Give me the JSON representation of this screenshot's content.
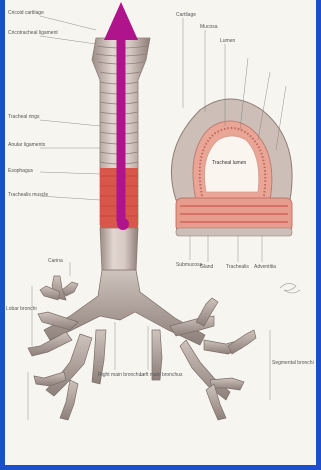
{
  "diagram": {
    "subject": "Trachea and bronchial tree with cross section of trachea",
    "colors": {
      "frame": "#1f4fc8",
      "paper": "#f7f5f0",
      "cartilage": "#cdbfb8",
      "cartilage_shadow": "#9c8b86",
      "mucosa": "#e9a596",
      "muscle": "#d9564a",
      "arrow": "#b0148c",
      "leader_line": "#777777"
    },
    "labels_left": [
      "Cricoid cartilage",
      "Cricotracheal ligament",
      "Tracheal rings",
      "Anular ligaments",
      "Esophagus",
      "Trachealis muscle"
    ],
    "labels_top_right": [
      "Cartilage",
      "Mucosa",
      "Lumen"
    ],
    "cross_section_center": "Tracheal lumen",
    "labels_bottom_right": [
      "Submucosa",
      "Gland",
      "Trachealis",
      "Adventitia"
    ],
    "labels_lower": [
      "Carina",
      "Left main bronchus",
      "Right main bronchus",
      "Lobar bronchi",
      "Segmental bronchi"
    ],
    "signature": "Netter"
  }
}
